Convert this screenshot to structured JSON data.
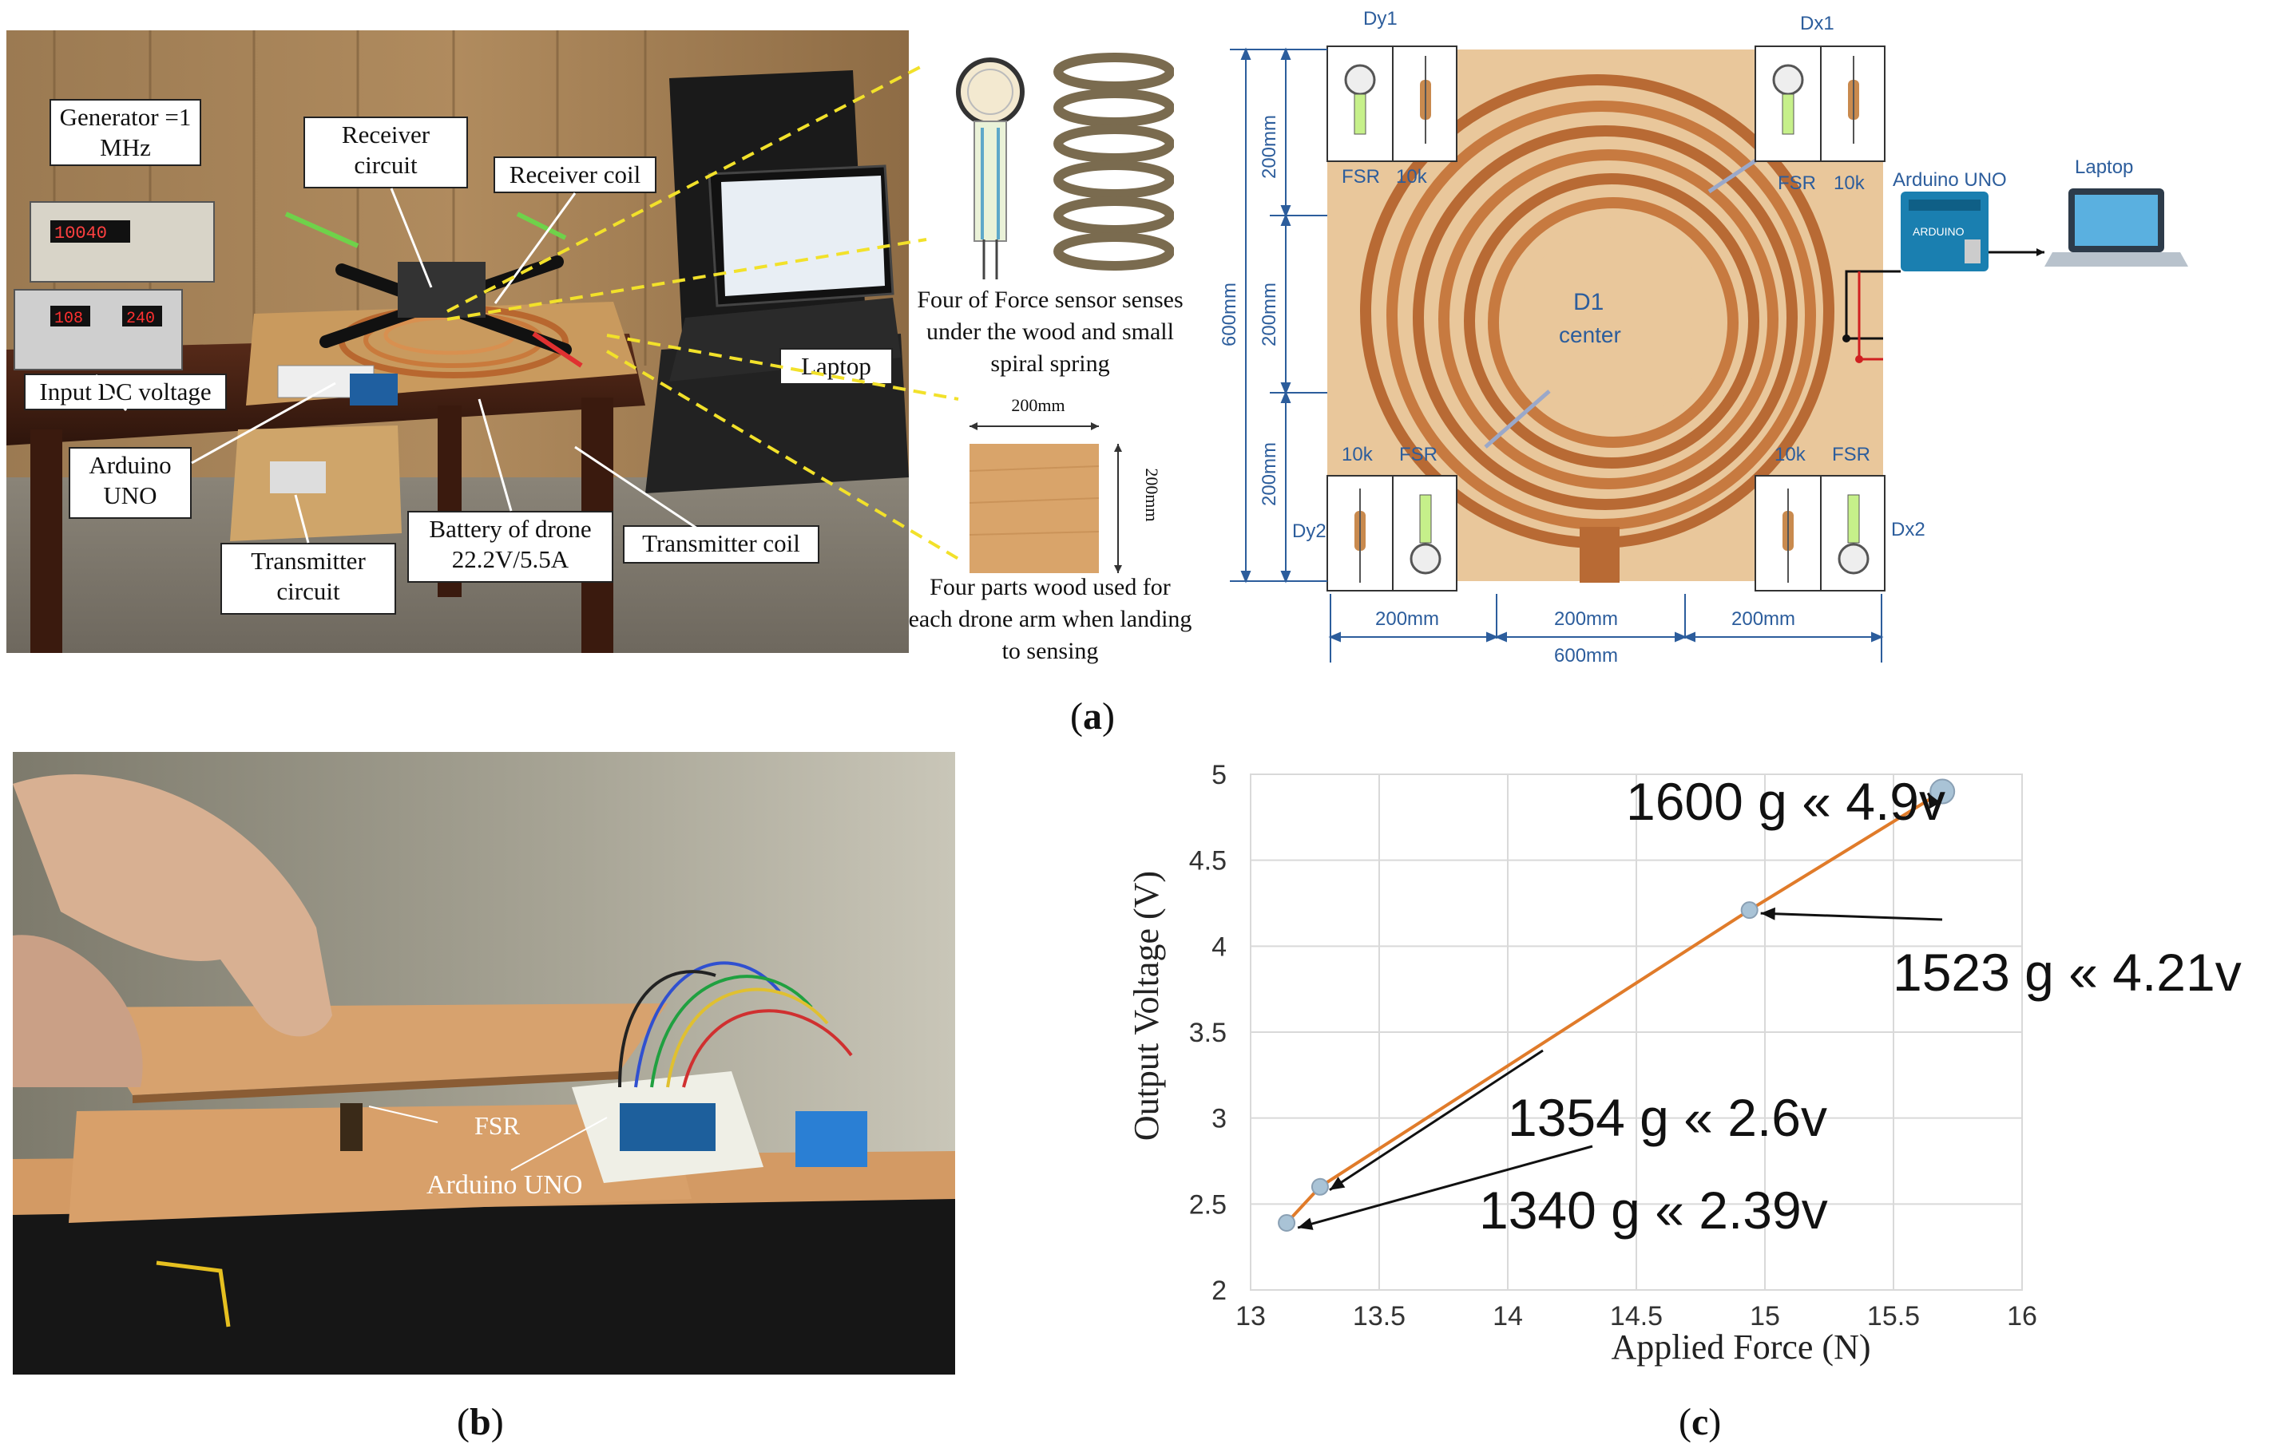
{
  "panel_a": {
    "caption_letter": "a",
    "photo_labels": {
      "generator": "Generator =1 MHz",
      "receiver_circuit": "Receiver circuit",
      "receiver_coil": "Receiver coil",
      "input_dc": "Input DC voltage",
      "laptop": "Laptop",
      "arduino": "Arduino UNO",
      "battery": "Battery of drone 22.2V/5.5A",
      "transmitter_coil": "Transmitter coil",
      "transmitter_circuit": "Transmitter circuit",
      "gen_display": "10040",
      "psu_display_left": "108",
      "psu_display_right": "240"
    },
    "sensor_text": "Four of Force sensor senses under the wood and small spiral spring",
    "wood_dim_top": "200mm",
    "wood_dim_side": "200mm",
    "wood_text": "Four parts wood used for each drone arm when landing to sensing",
    "diagram": {
      "dy1": "Dy1",
      "dx1": "Dx1",
      "dy2": "Dy2",
      "dx2": "Dx2",
      "fsr": "FSR",
      "r10k": "10k",
      "arduino_label": "Arduino UNO",
      "laptop_label": "Laptop",
      "center_line1": "D1",
      "center_line2": "center",
      "dim_200": "200mm",
      "dim_600": "600mm",
      "arduino_board_text": "ARDUINO"
    }
  },
  "panel_b": {
    "caption_letter": "b",
    "fsr_label": "FSR",
    "arduino_label": "Arduino UNO"
  },
  "panel_c": {
    "caption_letter": "c",
    "annotations": [
      "1600 g « 4.9v",
      "1523 g « 4.21v",
      "1354 g « 2.6v",
      "1340 g « 2.39v"
    ]
  },
  "chart_data": {
    "type": "line",
    "xlabel": "Applied Force (N)",
    "ylabel": "Output Voltage (V)",
    "xlim": [
      13,
      16
    ],
    "ylim": [
      2,
      5
    ],
    "xticks": [
      "13",
      "13.5",
      "14",
      "14.5",
      "15",
      "15.5",
      "16"
    ],
    "yticks": [
      "2",
      "2.5",
      "3",
      "3.5",
      "4",
      "4.5",
      "5"
    ],
    "grid": true,
    "series": [
      {
        "x": [
          13.14,
          13.27,
          14.94,
          15.69
        ],
        "y": [
          2.39,
          2.6,
          4.21,
          4.9
        ]
      }
    ],
    "colors": {
      "line": "#e07b2a",
      "marker": "#a9c3d6",
      "grid": "#d9d9d9"
    }
  }
}
